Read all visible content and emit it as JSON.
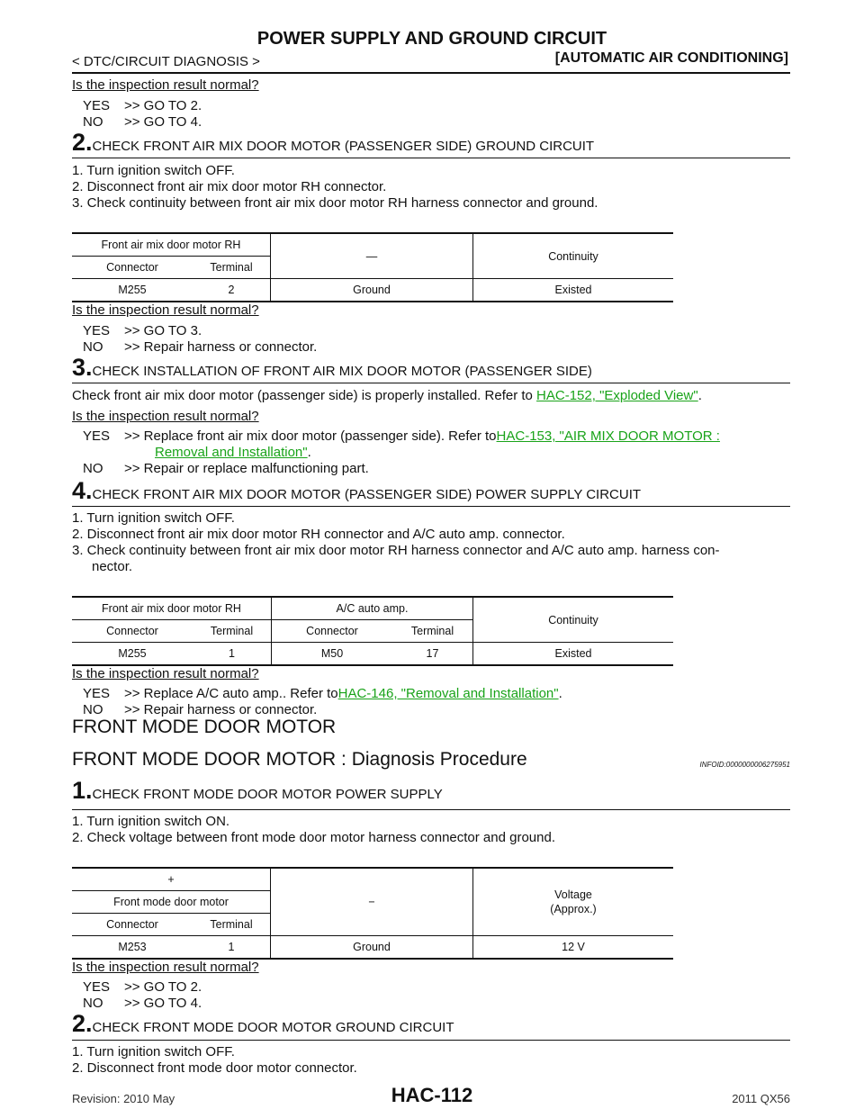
{
  "header": {
    "title": "POWER SUPPLY AND GROUND CIRCUIT",
    "section": "< DTC/CIRCUIT DIAGNOSIS >",
    "category": "[AUTOMATIC AIR CONDITIONING]"
  },
  "q": "Is the inspection result normal?",
  "s0": {
    "yes_key": "YES",
    "yes": ">> GO TO 2.",
    "no_key": "NO",
    "no": ">> GO TO 4."
  },
  "s2": {
    "num": "2.",
    "title": "CHECK FRONT AIR MIX DOOR MOTOR (PASSENGER SIDE) GROUND CIRCUIT",
    "l1": "1. Turn ignition switch OFF.",
    "l2": "2. Disconnect front air mix door motor RH connector.",
    "l3": "3. Check continuity between front air mix door motor RH harness connector and ground.",
    "table": {
      "group": "Front air mix door motor RH",
      "c1": "Connector",
      "c2": "Terminal",
      "c3": "—",
      "c4": "Continuity",
      "r1": "M255",
      "r2": "2",
      "r3": "Ground",
      "r4": "Existed"
    },
    "yes_key": "YES",
    "yes": ">> GO TO 3.",
    "no_key": "NO",
    "no": ">> Repair harness or connector."
  },
  "s3": {
    "num": "3.",
    "title": "CHECK INSTALLATION OF FRONT AIR MIX DOOR MOTOR (PASSENGER SIDE)",
    "text": "Check front air mix door motor (passenger side) is properly installed. Refer to ",
    "link": "HAC-152, \"Exploded View\"",
    "after": ".",
    "yes_key": "YES",
    "yes": ">> Replace front air mix door motor (passenger side). Refer to ",
    "yes_link1": "HAC-153, \"AIR MIX DOOR MOTOR :",
    "yes_link2": "Removal and Installation\"",
    "no_key": "NO",
    "no": ">> Repair or replace malfunctioning part."
  },
  "s4": {
    "num": "4.",
    "title": "CHECK FRONT AIR MIX DOOR MOTOR (PASSENGER SIDE) POWER SUPPLY CIRCUIT",
    "l1": "1. Turn ignition switch OFF.",
    "l2": "2. Disconnect front air mix door motor RH connector and A/C auto amp. connector.",
    "l3a": "3. Check continuity between front air mix door motor RH harness connector and A/C auto amp. harness con-",
    "l3b": "nector.",
    "table": {
      "g1": "Front air mix door motor RH",
      "g2": "A/C auto amp.",
      "c5": "Continuity",
      "c1": "Connector",
      "c2": "Terminal",
      "c3": "Connector",
      "c4": "Terminal",
      "r1": "M255",
      "r2": "1",
      "r3": "M50",
      "r4": "17",
      "r5": "Existed"
    },
    "yes_key": "YES",
    "yes": ">> Replace A/C auto amp.. Refer to ",
    "yes_link": "HAC-146, \"Removal and Installation\"",
    "no_key": "NO",
    "no": ">> Repair harness or connector."
  },
  "fmdm": {
    "heading": "FRONT MODE DOOR MOTOR",
    "subheading": "FRONT MODE DOOR MOTOR : Diagnosis Procedure",
    "infoid": "INFOID:0000000006275951"
  },
  "m1": {
    "num": "1.",
    "title": "CHECK FRONT MODE DOOR MOTOR POWER SUPPLY",
    "l1": "1. Turn ignition switch ON.",
    "l2": "2. Check voltage between front mode door motor harness connector and ground.",
    "table": {
      "plus": "+",
      "minus": "−",
      "group": "Front mode door motor",
      "c1": "Connector",
      "c2": "Terminal",
      "v1": "Voltage",
      "v2": "(Approx.)",
      "r1": "M253",
      "r2": "1",
      "r3": "Ground",
      "r4": "12 V"
    },
    "yes_key": "YES",
    "yes": ">> GO TO 2.",
    "no_key": "NO",
    "no": ">> GO TO 4."
  },
  "m2": {
    "num": "2.",
    "title": "CHECK FRONT MODE DOOR MOTOR GROUND CIRCUIT",
    "l1": "1. Turn ignition switch OFF.",
    "l2": "2. Disconnect front mode door motor connector."
  },
  "footer": {
    "revision": "Revision: 2010 May",
    "page": "HAC-112",
    "model": "2011 QX56"
  }
}
